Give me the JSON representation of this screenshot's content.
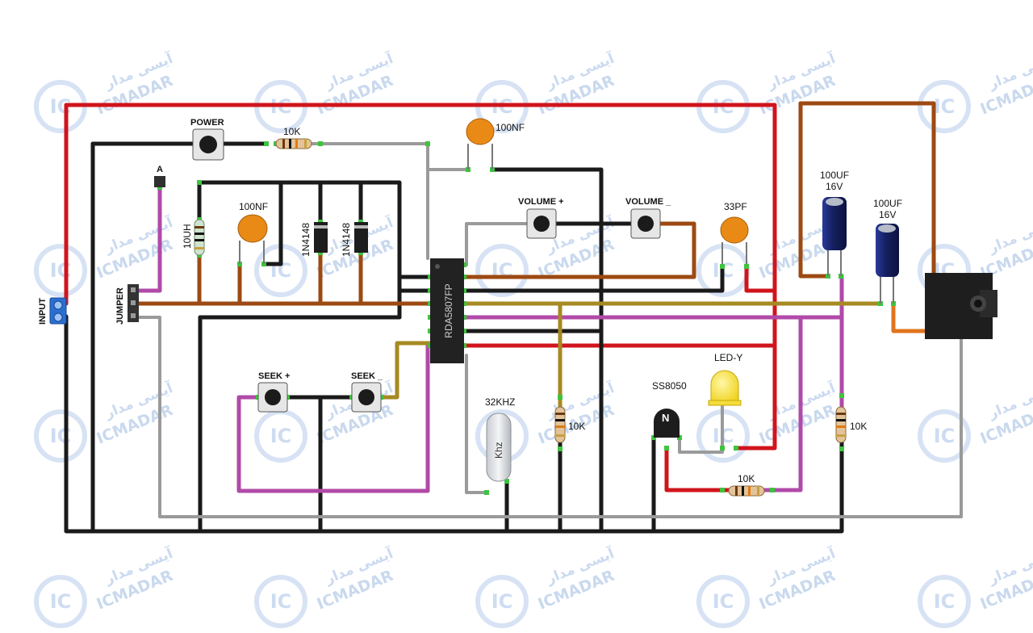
{
  "watermark": {
    "latin": "ICMADAR",
    "persian": "آیسی مدار",
    "logo": "IC"
  },
  "labels": {
    "input": "INPUT",
    "jumper": "JUMPER",
    "point_a": "A",
    "power": "POWER",
    "r_10k_top": "10K",
    "c_100nf_top": "100NF",
    "inductor": "10UH",
    "c_100nf_left": "100NF",
    "diode1": "1N4148",
    "diode2": "1N4148",
    "volume_plus": "VOLUME +",
    "volume_minus": "VOLUME _",
    "c_33pf": "33PF",
    "cap1_value": "100UF",
    "cap1_voltage": "16V",
    "cap2_value": "100UF",
    "cap2_voltage": "16V",
    "chip": "RDA5807FP",
    "seek_plus": "SEEK +",
    "seek_minus": "SEEK _",
    "crystal": "32KHZ",
    "crystal_body": "Khz",
    "r_10k_mid": "10K",
    "transistor": "SS8050",
    "transistor_mark": "N",
    "led": "LED-Y",
    "r_10k_bottom": "10K",
    "r_10k_right": "10K"
  },
  "colors": {
    "red": "#d0141c",
    "black": "#1a1a1a",
    "gray": "#9a9a9a",
    "brown": "#9c4a12",
    "purple": "#b04aa8",
    "olive": "#a68a22",
    "orange_wire": "#e0741e",
    "cap_orange": "#e98a17",
    "electrolytic": "#1c2a78",
    "connector": "#2a6fd0",
    "pad": "#3ec43e"
  }
}
